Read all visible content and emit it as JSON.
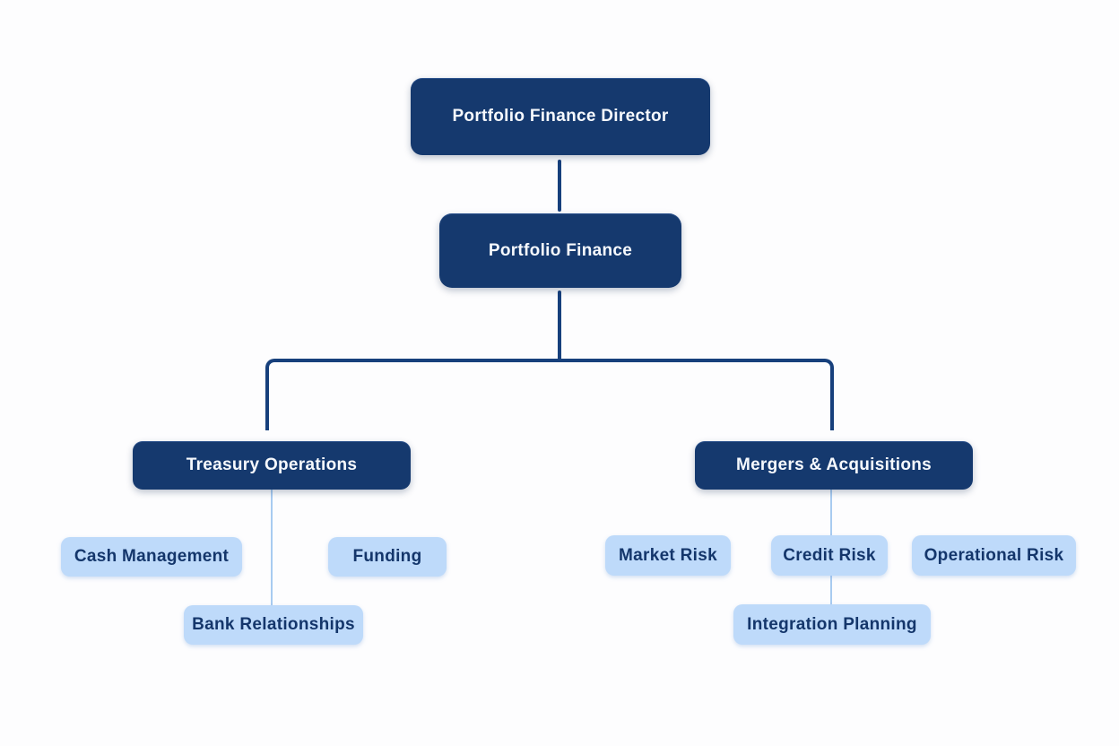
{
  "diagram": {
    "type": "org_chart",
    "nodes": {
      "director": "Portfolio Finance Director",
      "portfolio_finance": "Portfolio Finance",
      "treasury_operations": "Treasury Operations",
      "mergers_acquisitions": "Mergers & Acquisitions",
      "cash_management": "Cash Management",
      "funding": "Funding",
      "bank_relationships": "Bank Relationships",
      "market_risk": "Market Risk",
      "credit_risk": "Credit Risk",
      "operational_risk": "Operational Risk",
      "integration_planning": "Integration Planning"
    },
    "hierarchy": [
      {
        "label": "Portfolio Finance Director",
        "children": [
          {
            "label": "Portfolio Finance",
            "children": [
              {
                "label": "Treasury Operations",
                "children": [
                  {
                    "label": "Cash Management"
                  },
                  {
                    "label": "Funding"
                  },
                  {
                    "label": "Bank Relationships"
                  }
                ]
              },
              {
                "label": "Mergers & Acquisitions",
                "children": [
                  {
                    "label": "Market Risk"
                  },
                  {
                    "label": "Credit Risk"
                  },
                  {
                    "label": "Operational Risk"
                  },
                  {
                    "label": "Integration Planning"
                  }
                ]
              }
            ]
          }
        ]
      }
    ],
    "edges": [
      {
        "from": "Portfolio Finance Director",
        "to": "Portfolio Finance",
        "style": "dark"
      },
      {
        "from": "Portfolio Finance",
        "to": "Treasury Operations",
        "style": "dark"
      },
      {
        "from": "Portfolio Finance",
        "to": "Mergers & Acquisitions",
        "style": "dark"
      },
      {
        "from": "Treasury Operations",
        "to": "Bank Relationships",
        "style": "light"
      },
      {
        "from": "Mergers & Acquisitions",
        "to": "Credit Risk",
        "style": "light"
      },
      {
        "from": "Credit Risk",
        "to": "Integration Planning",
        "style": "light"
      }
    ],
    "colors": {
      "primary_node_fill": "#15396e",
      "primary_node_text": "#f6f9fd",
      "secondary_node_fill": "#bedafa",
      "secondary_node_text": "#14366b",
      "connector_dark": "#17407c",
      "connector_light": "#a8cbf0",
      "background": "#fdfdfe"
    }
  }
}
